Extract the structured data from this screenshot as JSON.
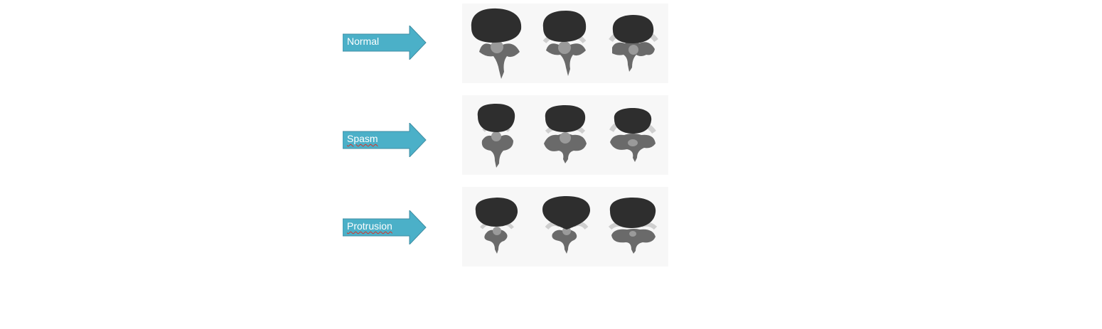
{
  "rows": [
    {
      "label": "Normal",
      "spellcheck": false
    },
    {
      "label": "Spasm",
      "spellcheck": true
    },
    {
      "label": "Protrusion",
      "spellcheck": true
    }
  ],
  "colors": {
    "arrow_fill": "#4bb0c8",
    "arrow_stroke": "#3f8ea3",
    "arrow_text": "#ffffff",
    "panel_bg": "#f7f7f7",
    "vertebral_body": "#2e2e2e",
    "posterior_muscle": "#6a6a6a",
    "canal": "#9a9a9a",
    "soft_tissue": "#cfcfcf"
  }
}
